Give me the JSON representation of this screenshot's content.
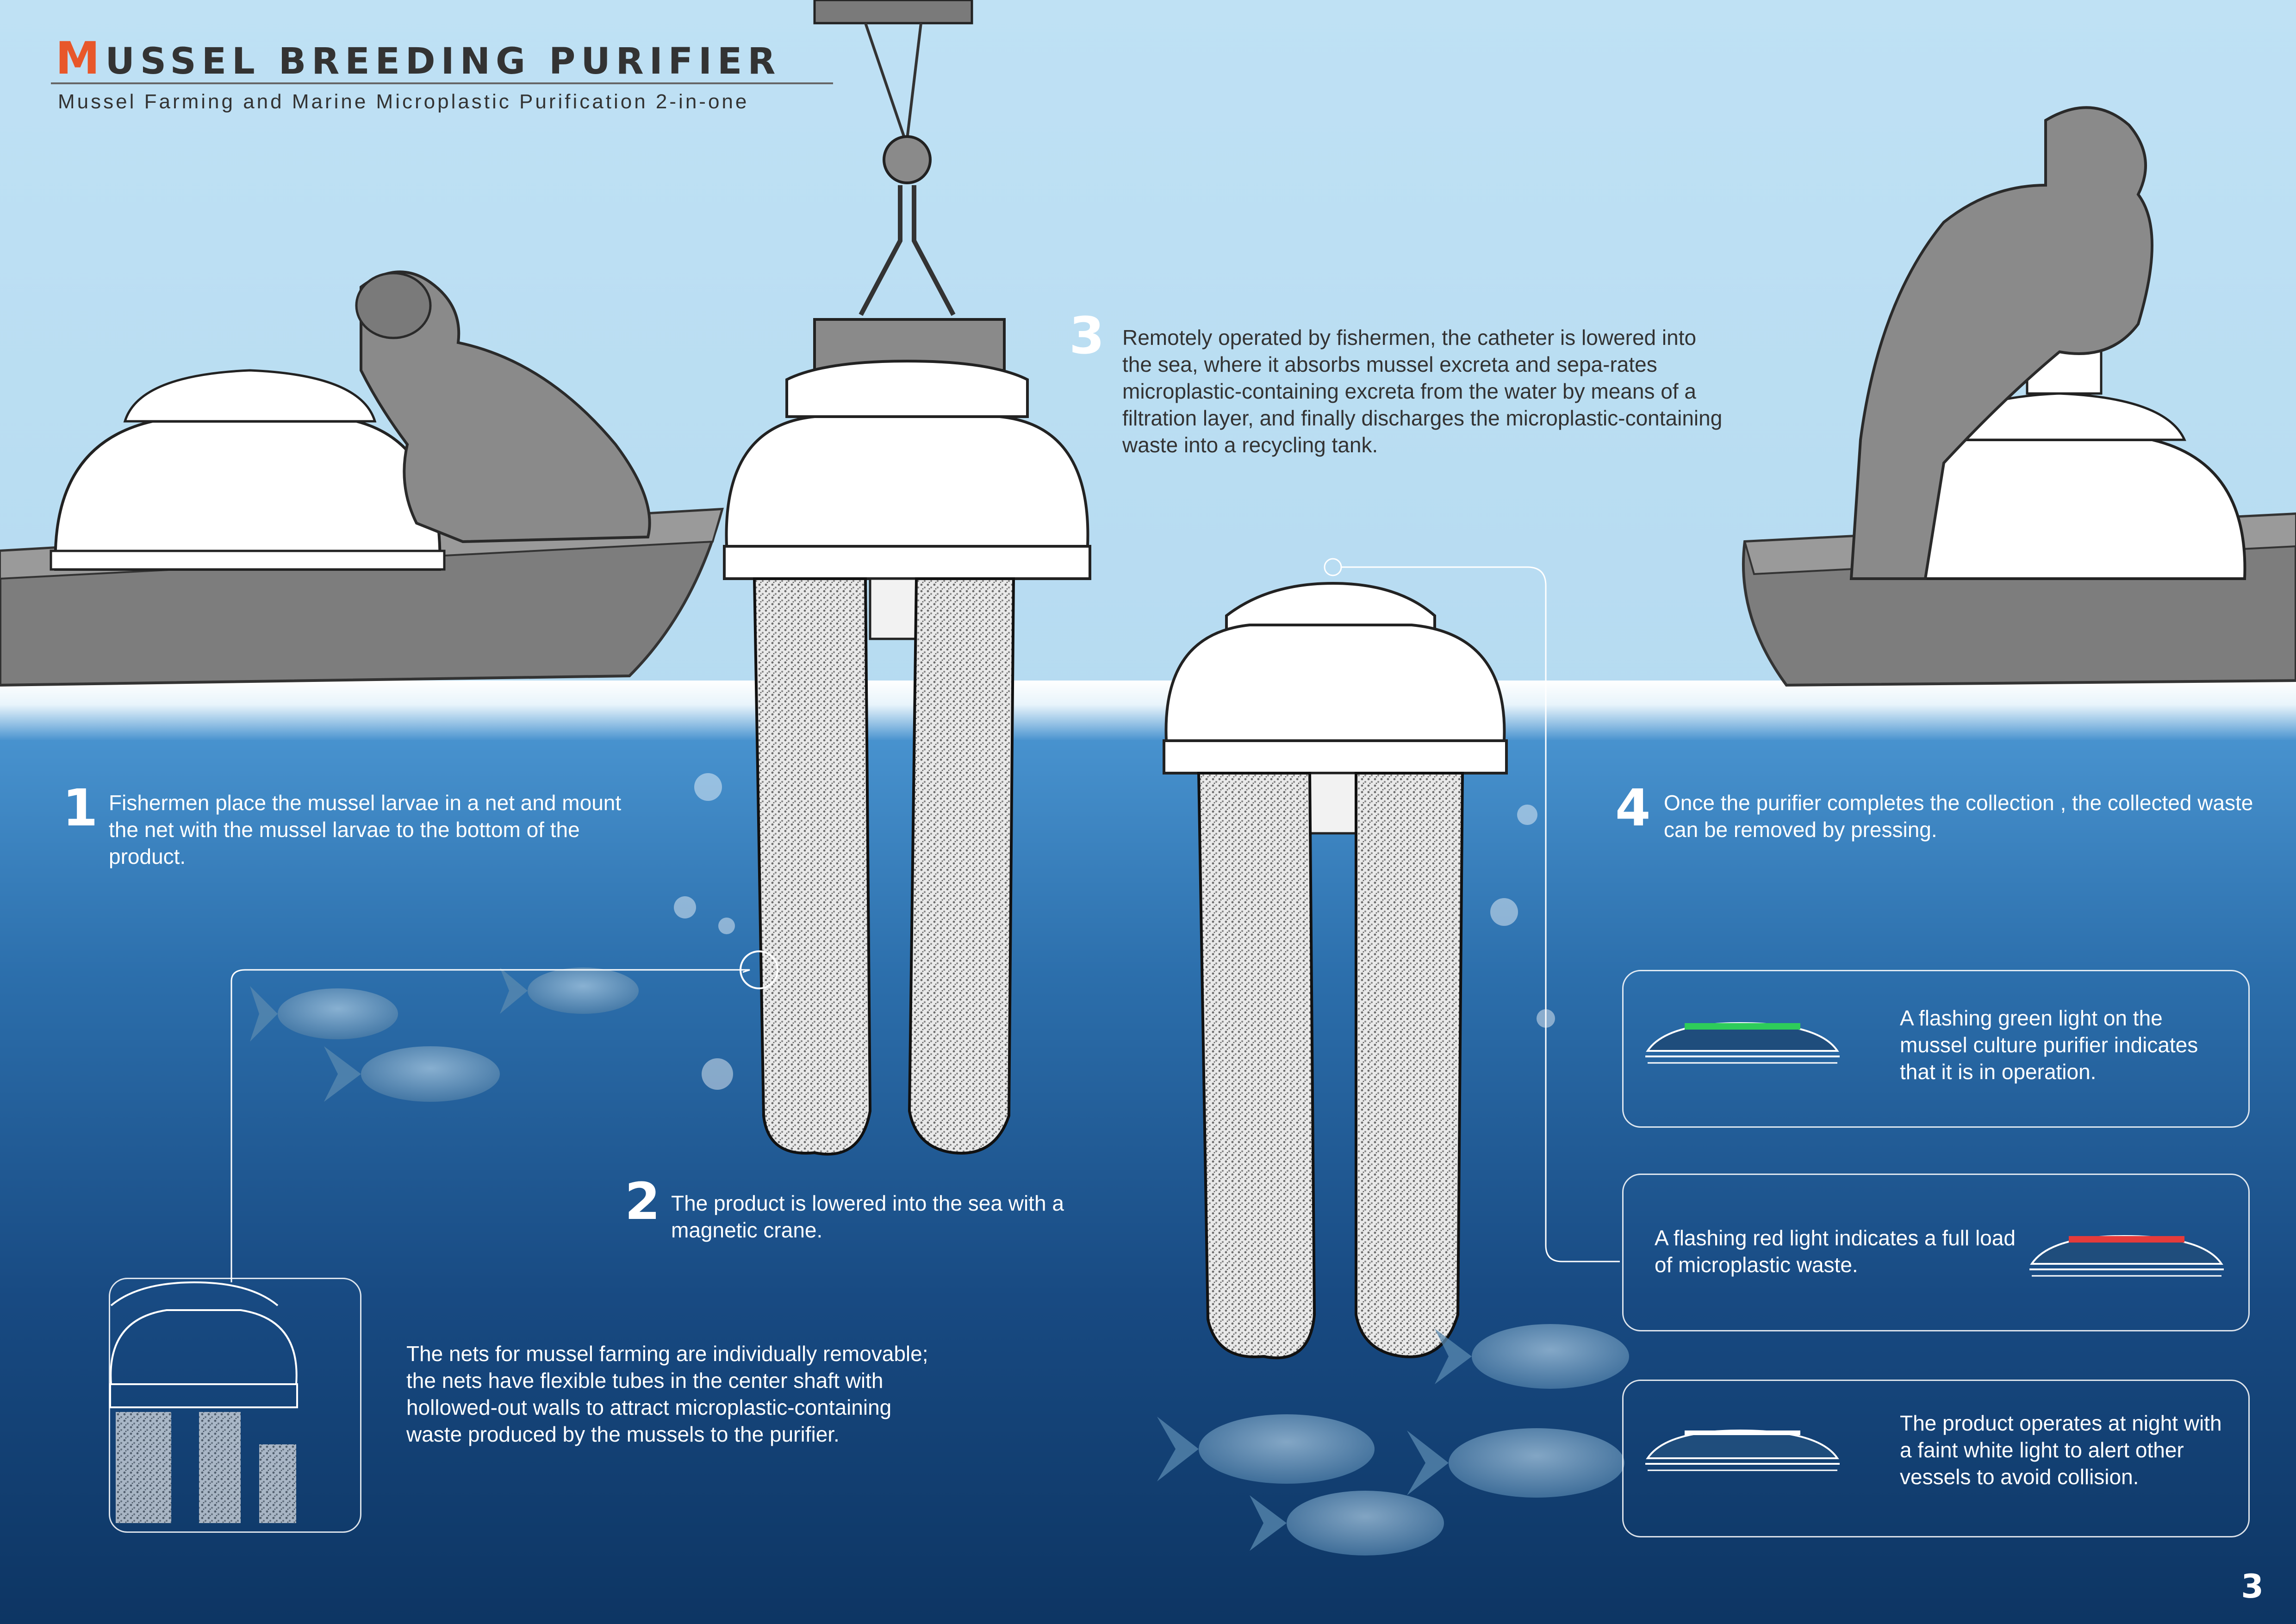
{
  "header": {
    "title_first": "M",
    "title_rest": "USSEL BREEDING PURIFIER",
    "subtitle": "Mussel Farming and Marine Microplastic Purification 2-in-one"
  },
  "steps": [
    {
      "number": "1",
      "text": "Fishermen place the mussel larvae in a net and mount the net with the mussel larvae to the bottom of the product."
    },
    {
      "number": "2",
      "text": "The product is lowered into the sea with a magnetic crane."
    },
    {
      "number": "3",
      "text": "Remotely operated by fishermen, the catheter is lowered into the sea, where it absorbs mussel excreta and sepa-rates microplastic-containing excreta from the water by means of a filtration layer, and finally discharges the microplastic-containing waste into a recycling tank."
    },
    {
      "number": "4",
      "text": "Once the purifier completes the collection , the collected waste can be removed by pressing."
    }
  ],
  "detail_note": "The nets for mussel farming are individually removable; the nets have flexible tubes in the center shaft with hollowed-out walls to attract microplastic-containing waste produced by the mussels to the purifier.",
  "lights": [
    {
      "text": "A flashing green light on the mussel culture purifier indicates that it is in operation.",
      "color": "#2ecc5a"
    },
    {
      "text": "A flashing red light indicates a full load of microplastic waste.",
      "color": "#e53b3b"
    },
    {
      "text": "The product operates at night with a faint white light to alert other vessels to avoid collision.",
      "color": "#ffffff"
    }
  ],
  "page_number": "3"
}
